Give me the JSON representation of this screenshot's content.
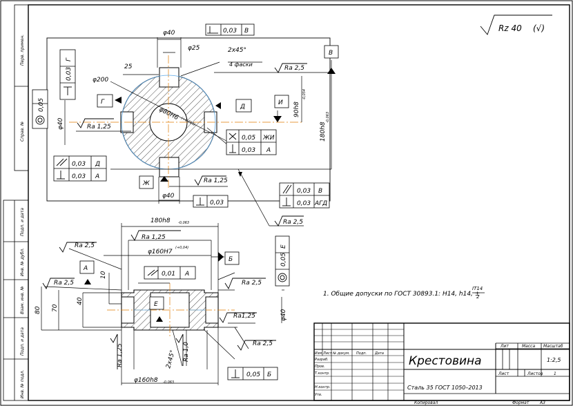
{
  "roughness": "Rz 40",
  "roughness_check": "(√)",
  "note": "1. Общие допуски по ГОСТ 30893.1: H14, h14, ±",
  "note_frac_num": "IT14",
  "note_frac_den": "2",
  "side_labels": [
    "Перв. примен.",
    "Справ. №",
    "Подп. и дата",
    "Инв. № дубл.",
    "Взам. инв. №",
    "Подп. и дата",
    "Инв. № подл."
  ],
  "title_block": {
    "name": "Крестовина",
    "material": "Сталь 35 ГОСТ 1050–2013",
    "col_lit": "Лит",
    "col_mass": "Масса",
    "col_scale": "Масштаб",
    "scale": "1:2,5",
    "sheet": "Лист",
    "sheets": "Листов",
    "sheets_count": "1",
    "rows": [
      "Изм",
      "Лист",
      "№ докум.",
      "Подп.",
      "Дата"
    ],
    "roles": [
      "Разраб.",
      "Пров.",
      "Т.контр.",
      "",
      "Н.контр.",
      "Утв."
    ],
    "copied": "Копировал",
    "format": "Формат",
    "format_value": "A3"
  },
  "top_view": {
    "d40_top": "φ40",
    "tol_top": "0,03",
    "tol_top_datum": "В",
    "d25": "φ25",
    "chamfer": "2x45°",
    "chamfer_note": "4 фаски",
    "ra25_top": "Ra 2,5",
    "datum_v": "В",
    "d200": "φ200",
    "n25": "25",
    "datum_g": "Г",
    "tol_left_vertical": "0,03",
    "tol_left_datum": "Г",
    "d40_left": "φ40",
    "ra125_left": "Ra 1,25",
    "tol_far_left": "0,05",
    "hub": "φ80H6",
    "hub_tol": "(+0,019)",
    "datum_d": "Д",
    "datum_i": "И",
    "dim_90": "90h8",
    "dim_90_tol": "-0,054",
    "dim_180": "180h8",
    "dim_180_tol": "-0,063",
    "tol_x": "0,05",
    "tol_x_datum": "ЖИ",
    "tol_perp": "0,03",
    "tol_perp_datum": "А",
    "tol_par1": "0,03",
    "tol_par1_datum": "Д",
    "tol_perp2": "0,03",
    "tol_perp2_datum": "А",
    "datum_zh": "Ж",
    "ra125_bot": "Ra 1,25",
    "d40_bot": "φ40",
    "tol_bot": "0,03",
    "tol_r1": "0,03",
    "tol_r1_datum": "В",
    "tol_r2": "0,03",
    "tol_r2_datum": "АГД",
    "ra25_r": "Ra 2,5"
  },
  "front_view": {
    "dim_180": "180h8",
    "dim_180_tol": "-0,063",
    "ra125": "Ra 1,25",
    "d160h7": "φ160H7",
    "d160h7_tol": "(+0,04)",
    "datum_b": "Б",
    "ra25_a": "Ra 2,5",
    "ra25_b": "Ra 2,5",
    "ra25_c": "Ra 2,5",
    "datum_a": "А",
    "tol_mid": "0,01",
    "tol_mid_datum": "А",
    "n10": "10",
    "n40": "40",
    "n70": "70",
    "n80": "80",
    "datum_e": "Е",
    "tol_right": "0,05",
    "tol_right_datum": "Е",
    "d40": "φ40",
    "ra125_r": "Ra1,25",
    "ra25_r": "Ra 2,5",
    "ra125_b": "Ra 1,25",
    "chamfer": "2x45°",
    "ra10": "Ra 1,0",
    "tol_bot": "0,05",
    "tol_bot_datum": "Б",
    "d160h8": "φ160h8",
    "d160h8_tol": "-0,063"
  }
}
